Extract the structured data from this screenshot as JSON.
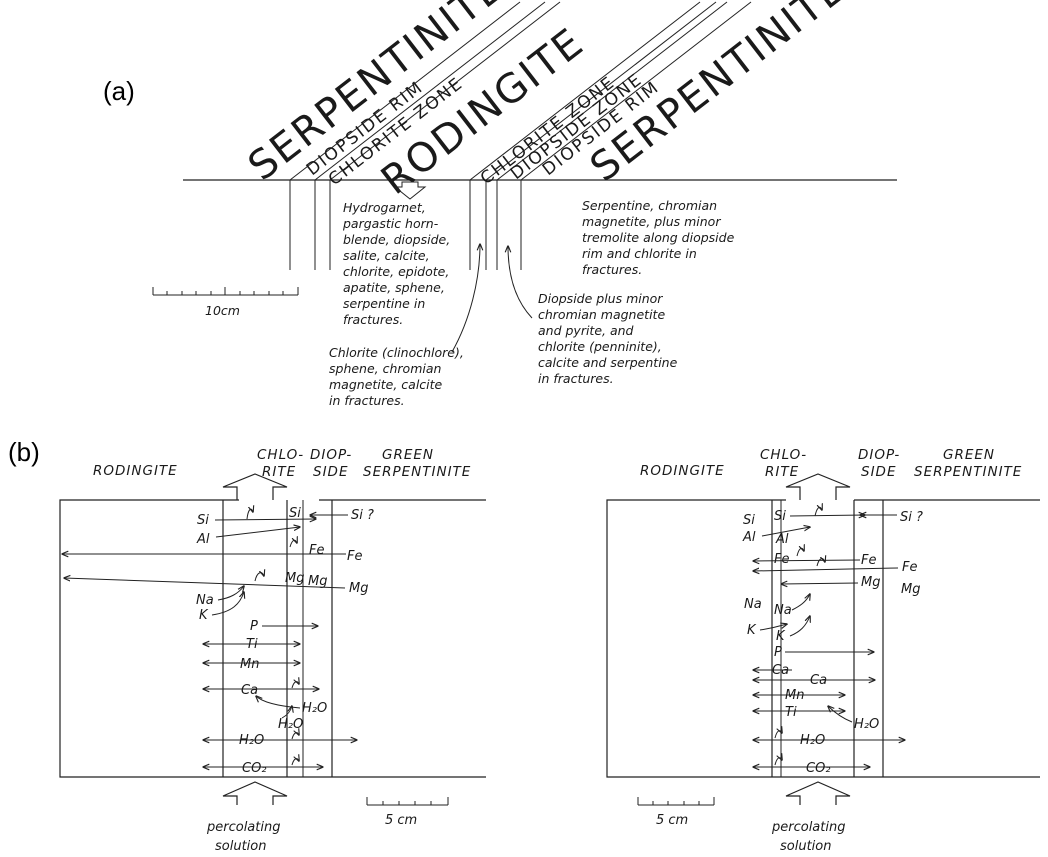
{
  "panel_a": {
    "label": "(a)",
    "zones": {
      "serpentinite_left": "SERPENTINITE",
      "diopside_rim_left": "DIOPSIDE RIM",
      "chlorite_zone_left": "CHLORITE ZONE",
      "rodingite": "RODINGITE",
      "chlorite_zone_right": "CHLORITE ZONE",
      "diopside_zone_right": "DIOPSIDE ZONE",
      "diopside_rim_right": "DIOPSIDE RIM",
      "serpentinite_right": "SERPENTINITE"
    },
    "notes": {
      "rodingite": [
        "Hydrogarnet,",
        "pargastic horn-",
        "blende, diopside,",
        "salite, calcite,",
        "chlorite, epidote,",
        "apatite, sphene,",
        "serpentine in",
        "fractures."
      ],
      "serpentinite": [
        "Serpentine, chromian",
        "magnetite, plus minor",
        "tremolite along diopside",
        "rim and chlorite in",
        "fractures."
      ],
      "diopside": [
        "Diopside plus minor",
        "chromian magnetite",
        "and pyrite, and",
        "chlorite (penninite),",
        "calcite and serpentine",
        "in fractures."
      ],
      "chlorite": [
        "Chlorite (clinochlore),",
        "sphene, chromian",
        "magnetite, calcite",
        "in fractures."
      ]
    },
    "scale_label": "10cm"
  },
  "panel_b": {
    "label": "(b)",
    "headers": {
      "rodingite": "RODINGITE",
      "chlorite_1": "CHLO-",
      "chlorite_2": "RITE",
      "diopside_1": "DIOP-",
      "diopside_2": "SIDE",
      "serp_1": "GREEN",
      "serp_2": "SERPENTINITE"
    },
    "left": {
      "elements": {
        "si": "Si",
        "si2": "Si",
        "si_q": "Si ?",
        "al": "Al",
        "fe": "Fe",
        "fe2": "Fe",
        "mg": "Mg",
        "mg2": "Mg",
        "mg3": "Mg",
        "na": "Na",
        "k": "K",
        "p": "P",
        "ti": "Ti",
        "mn": "Mn",
        "ca": "Ca",
        "h2o_a": "H₂O",
        "h2o_b": "H₂O",
        "h2o_c": "H₂O",
        "co2": "CO₂"
      },
      "scale_label": "5 cm"
    },
    "right": {
      "elements": {
        "si": "Si",
        "si2": "Si",
        "si_q": "Si ?",
        "al": "Al",
        "al2": "Al",
        "fe": "Fe",
        "fe2": "Fe",
        "fe3": "Fe",
        "mg": "Mg",
        "mg2": "Mg",
        "na": "Na",
        "na2": "Na",
        "k": "K",
        "k2": "K",
        "p": "P",
        "ca": "Ca",
        "ca2": "Ca",
        "mn": "Mn",
        "ti": "Ti",
        "h2o_a": "H₂O",
        "h2o_b": "H₂O",
        "co2": "CO₂"
      },
      "scale_label": "5 cm"
    },
    "solution_1": "percolating",
    "solution_2": "solution"
  }
}
